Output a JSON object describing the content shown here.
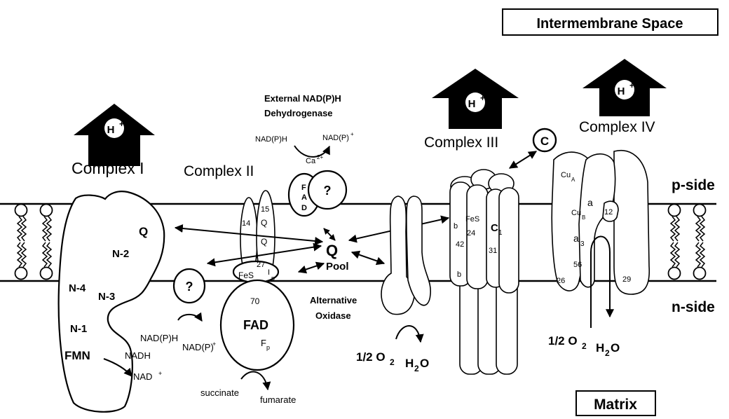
{
  "regions": {
    "intermembrane": "Intermembrane Space",
    "matrix": "Matrix",
    "p_side": "p-side",
    "n_side": "n-side"
  },
  "proton": {
    "label": "H",
    "charge": "+"
  },
  "complex_1": {
    "title": "Complex I",
    "q": "Q",
    "n2": "N-2",
    "n4": "N-4",
    "n3": "N-3",
    "n1": "N-1",
    "fmn": "FMN",
    "nadh": "NADH",
    "nad": "NAD",
    "nad_charge": "+"
  },
  "unknown_dehydrogenase": {
    "mark": "?",
    "substrate": "NAD(P)H",
    "product": "NAD(P)",
    "product_charge": "+"
  },
  "complex_2": {
    "title": "Complex II",
    "s15": "15",
    "s14": "14",
    "q1": "Q",
    "q2": "Q",
    "s27": "27",
    "fes": "FeS",
    "ip": "I",
    "ip_sub": "p",
    "s70": "70",
    "fad": "FAD",
    "fp": "F",
    "fp_sub": "p",
    "substrate": "succinate",
    "product": "fumarate"
  },
  "external_dehydrogenase": {
    "title_line1": "External NAD(P)H",
    "title_line2": "Dehydrogenase",
    "substrate": "NAD(P)H",
    "product": "NAD(P)",
    "product_charge": "+",
    "calcium": "Ca",
    "calcium_charge": "2+",
    "fad_f": "F",
    "fad_a": "A",
    "fad_d": "D",
    "mark": "?"
  },
  "q_pool": {
    "q": "Q",
    "pool": "Pool"
  },
  "alternative_oxidase": {
    "line1": "Alternative",
    "line2": "Oxidase",
    "o2_prefix": "1/2 O",
    "o2_sub": "2",
    "h2o_h": "H",
    "h2o_sub": "2",
    "h2o_o": "O"
  },
  "complex_3": {
    "title": "Complex III",
    "cyt_c": "C",
    "fes": "FeS",
    "s24": "24",
    "c1": "C",
    "c1_sub": "1",
    "b1": "b",
    "s31": "31",
    "s42": "42",
    "b2": "b"
  },
  "complex_4": {
    "title": "Complex IV",
    "cua": "Cu",
    "cua_sub": "A",
    "a": "a",
    "cub": "Cu",
    "cub_sub": "B",
    "s12": "12",
    "a3": "a",
    "a3_sub": "3",
    "s56": "56",
    "s26": "26",
    "s29": "29",
    "o2_prefix": "1/2 O",
    "o2_sub": "2",
    "h2o_h": "H",
    "h2o_sub": "2",
    "h2o_o": "O"
  }
}
